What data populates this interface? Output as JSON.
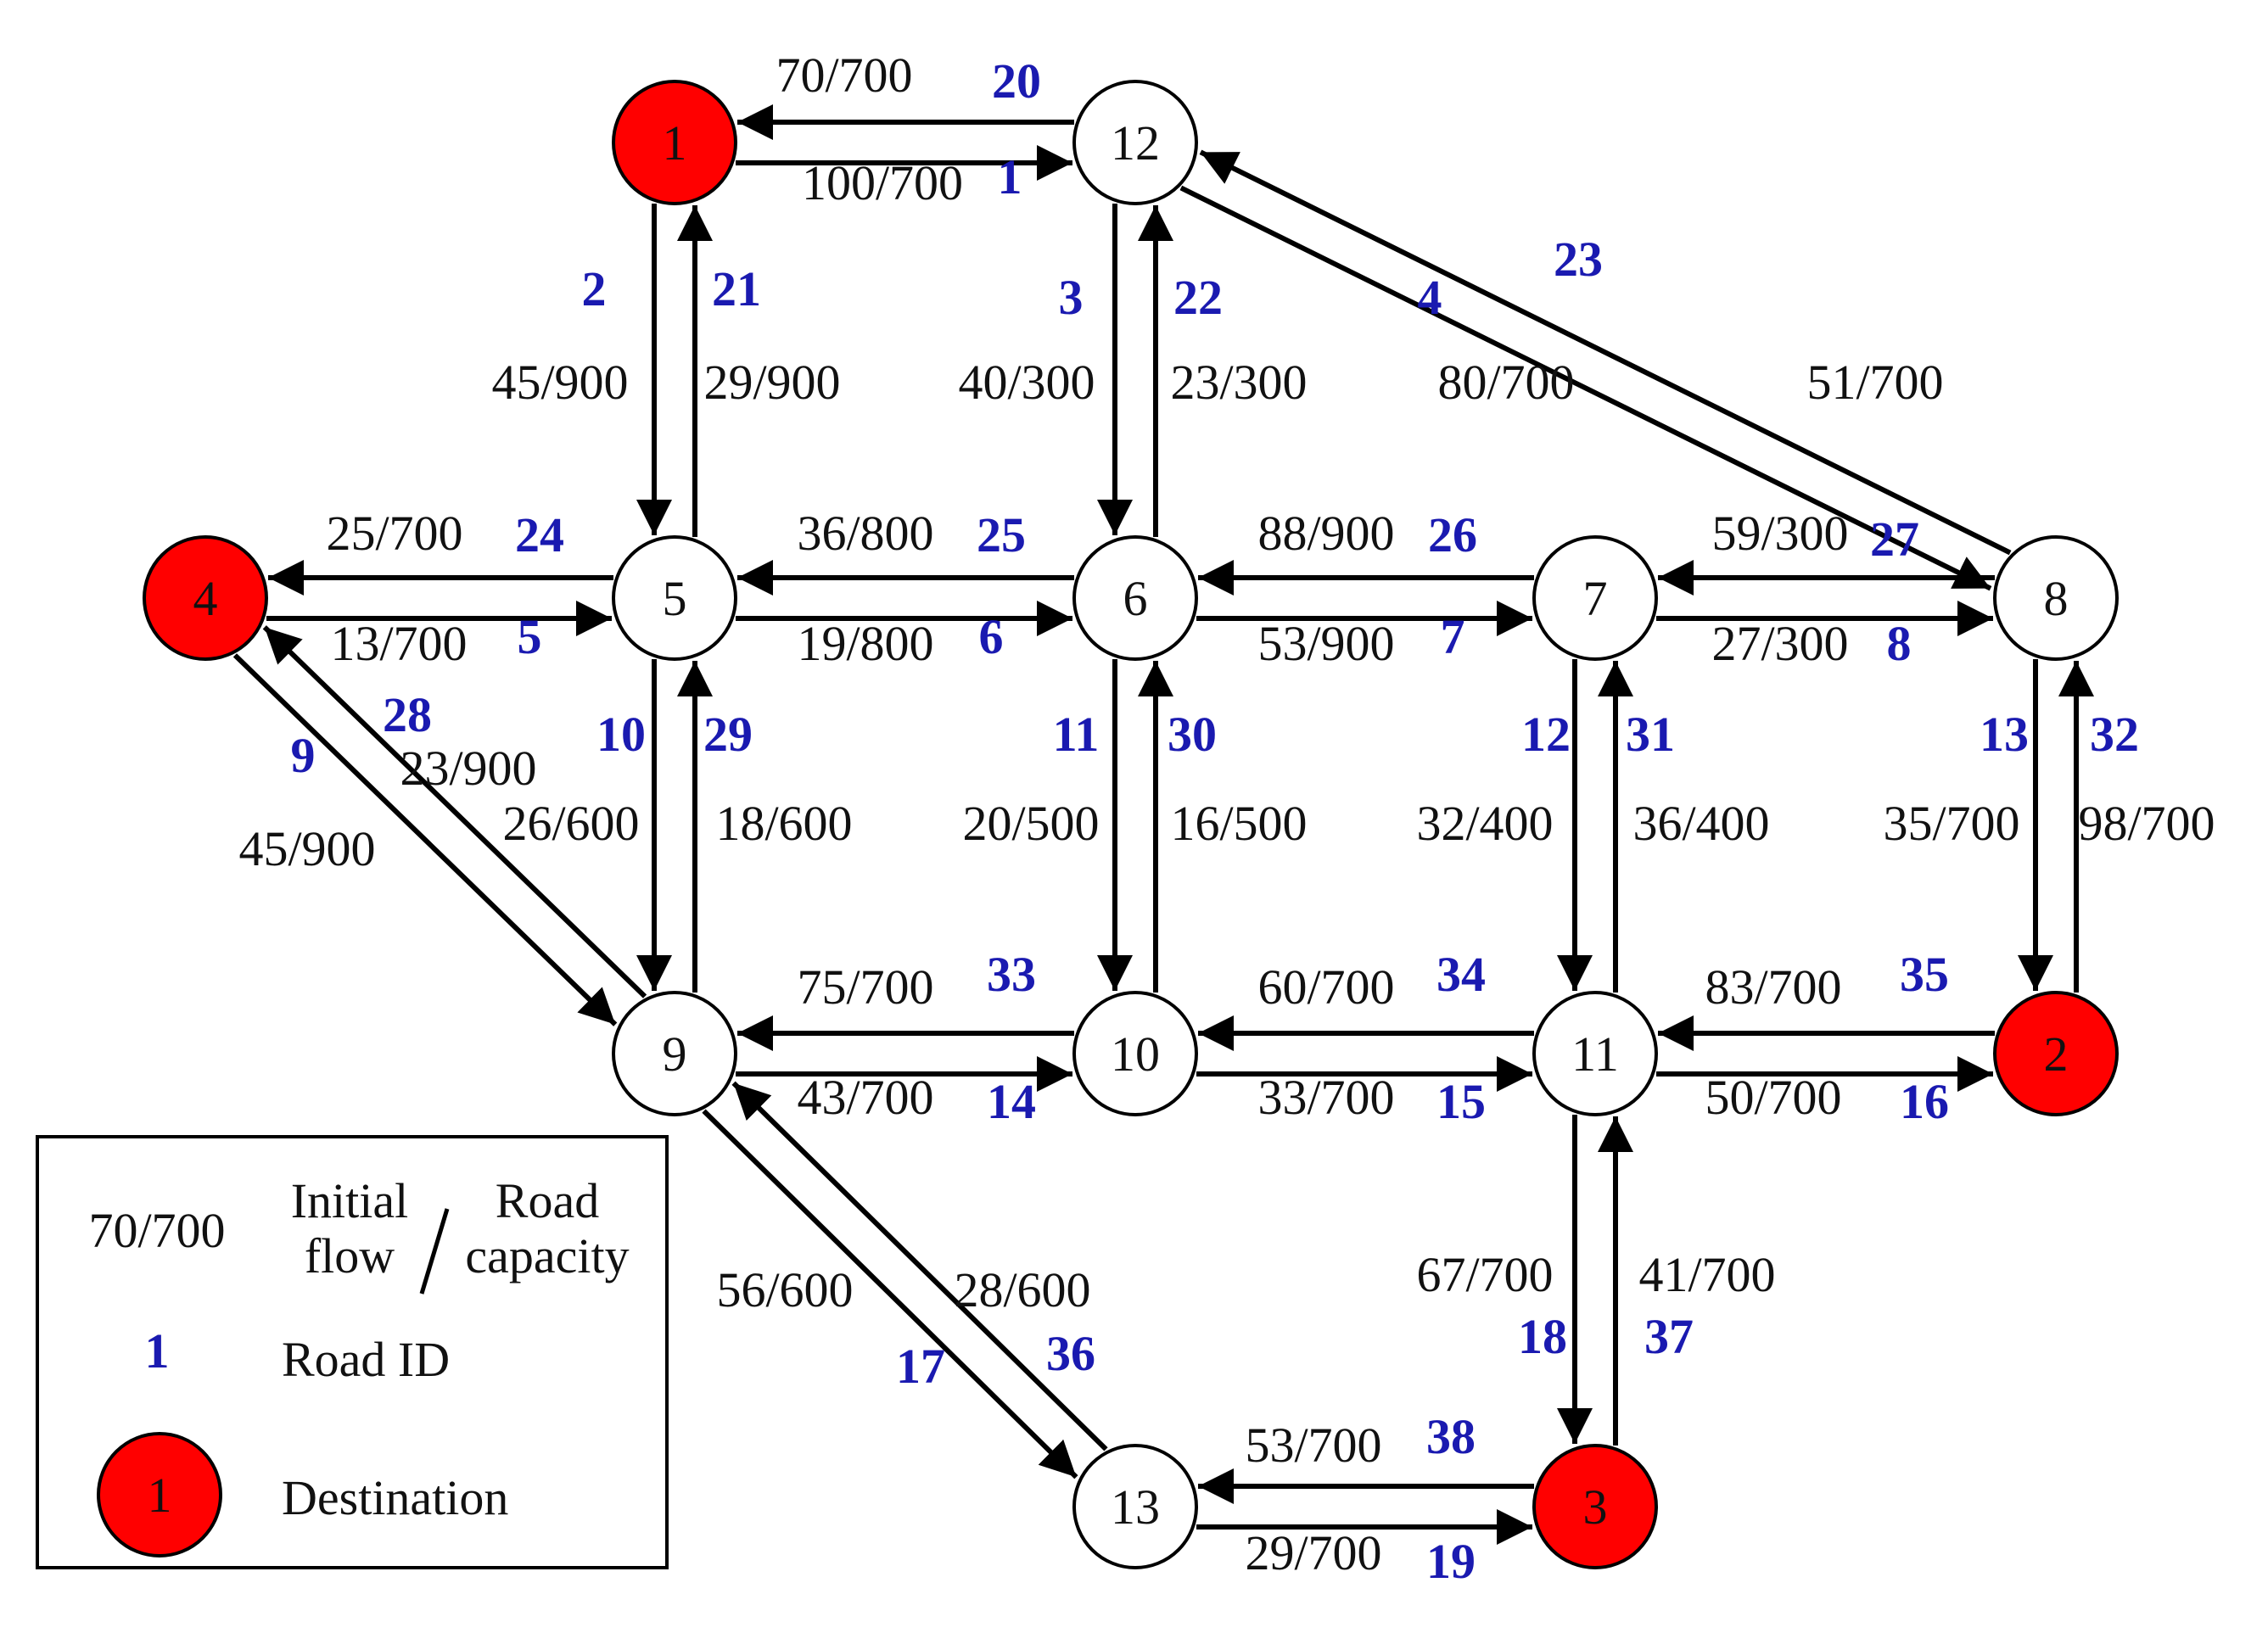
{
  "colors": {
    "destination_fill": "#ff0000",
    "node_fill": "#ffffff",
    "edge": "#000000",
    "road_id": "#1a1ab0",
    "text": "#111111"
  },
  "nodes": [
    {
      "id": "1",
      "destination": true
    },
    {
      "id": "12",
      "destination": false
    },
    {
      "id": "4",
      "destination": true
    },
    {
      "id": "5",
      "destination": false
    },
    {
      "id": "6",
      "destination": false
    },
    {
      "id": "7",
      "destination": false
    },
    {
      "id": "8",
      "destination": false
    },
    {
      "id": "9",
      "destination": false
    },
    {
      "id": "10",
      "destination": false
    },
    {
      "id": "11",
      "destination": false
    },
    {
      "id": "2",
      "destination": true
    },
    {
      "id": "13",
      "destination": false
    },
    {
      "id": "3",
      "destination": true
    }
  ],
  "roads": [
    {
      "id": "1",
      "from": "1",
      "to": "12",
      "flow": "100/700"
    },
    {
      "id": "2",
      "from": "1",
      "to": "5",
      "flow": "45/900"
    },
    {
      "id": "3",
      "from": "12",
      "to": "6",
      "flow": "40/300"
    },
    {
      "id": "4",
      "from": "12",
      "to": "8",
      "flow": "80/700"
    },
    {
      "id": "5",
      "from": "4",
      "to": "5",
      "flow": "13/700"
    },
    {
      "id": "6",
      "from": "5",
      "to": "6",
      "flow": "19/800"
    },
    {
      "id": "7",
      "from": "6",
      "to": "7",
      "flow": "53/900"
    },
    {
      "id": "8",
      "from": "7",
      "to": "8",
      "flow": "27/300"
    },
    {
      "id": "9",
      "from": "4",
      "to": "9",
      "flow": "45/900"
    },
    {
      "id": "10",
      "from": "5",
      "to": "9",
      "flow": "26/600"
    },
    {
      "id": "11",
      "from": "6",
      "to": "10",
      "flow": "20/500"
    },
    {
      "id": "12",
      "from": "7",
      "to": "11",
      "flow": "32/400"
    },
    {
      "id": "13",
      "from": "8",
      "to": "2",
      "flow": "35/700"
    },
    {
      "id": "14",
      "from": "9",
      "to": "10",
      "flow": "43/700"
    },
    {
      "id": "15",
      "from": "10",
      "to": "11",
      "flow": "33/700"
    },
    {
      "id": "16",
      "from": "11",
      "to": "2",
      "flow": "50/700"
    },
    {
      "id": "17",
      "from": "9",
      "to": "13",
      "flow": "56/600"
    },
    {
      "id": "18",
      "from": "11",
      "to": "3",
      "flow": "67/700"
    },
    {
      "id": "19",
      "from": "13",
      "to": "3",
      "flow": "29/700"
    },
    {
      "id": "20",
      "from": "12",
      "to": "1",
      "flow": "70/700"
    },
    {
      "id": "21",
      "from": "5",
      "to": "1",
      "flow": "29/900"
    },
    {
      "id": "22",
      "from": "6",
      "to": "12",
      "flow": "23/300"
    },
    {
      "id": "23",
      "from": "8",
      "to": "12",
      "flow": "51/700"
    },
    {
      "id": "24",
      "from": "5",
      "to": "4",
      "flow": "25/700"
    },
    {
      "id": "25",
      "from": "6",
      "to": "5",
      "flow": "36/800"
    },
    {
      "id": "26",
      "from": "7",
      "to": "6",
      "flow": "88/900"
    },
    {
      "id": "27",
      "from": "8",
      "to": "7",
      "flow": "59/300"
    },
    {
      "id": "28",
      "from": "9",
      "to": "4",
      "flow": "23/900"
    },
    {
      "id": "29",
      "from": "9",
      "to": "5",
      "flow": "18/600"
    },
    {
      "id": "30",
      "from": "10",
      "to": "6",
      "flow": "16/500"
    },
    {
      "id": "31",
      "from": "11",
      "to": "7",
      "flow": "36/400"
    },
    {
      "id": "32",
      "from": "2",
      "to": "8",
      "flow": "98/700"
    },
    {
      "id": "33",
      "from": "10",
      "to": "9",
      "flow": "75/700"
    },
    {
      "id": "34",
      "from": "11",
      "to": "10",
      "flow": "60/700"
    },
    {
      "id": "35",
      "from": "2",
      "to": "11",
      "flow": "83/700"
    },
    {
      "id": "36",
      "from": "13",
      "to": "9",
      "flow": "28/600"
    },
    {
      "id": "37",
      "from": "3",
      "to": "11",
      "flow": "41/700"
    },
    {
      "id": "38",
      "from": "3",
      "to": "13",
      "flow": "53/700"
    }
  ],
  "legend": {
    "flow_example": "70/700",
    "flow_word1_line1": "Initial",
    "flow_word1_line2": "flow",
    "separator": "/",
    "flow_word2_line1": "Road",
    "flow_word2_line2": "capacity",
    "road_id_example": "1",
    "road_id_label": "Road ID",
    "destination_example": "1",
    "destination_label": "Destination"
  }
}
